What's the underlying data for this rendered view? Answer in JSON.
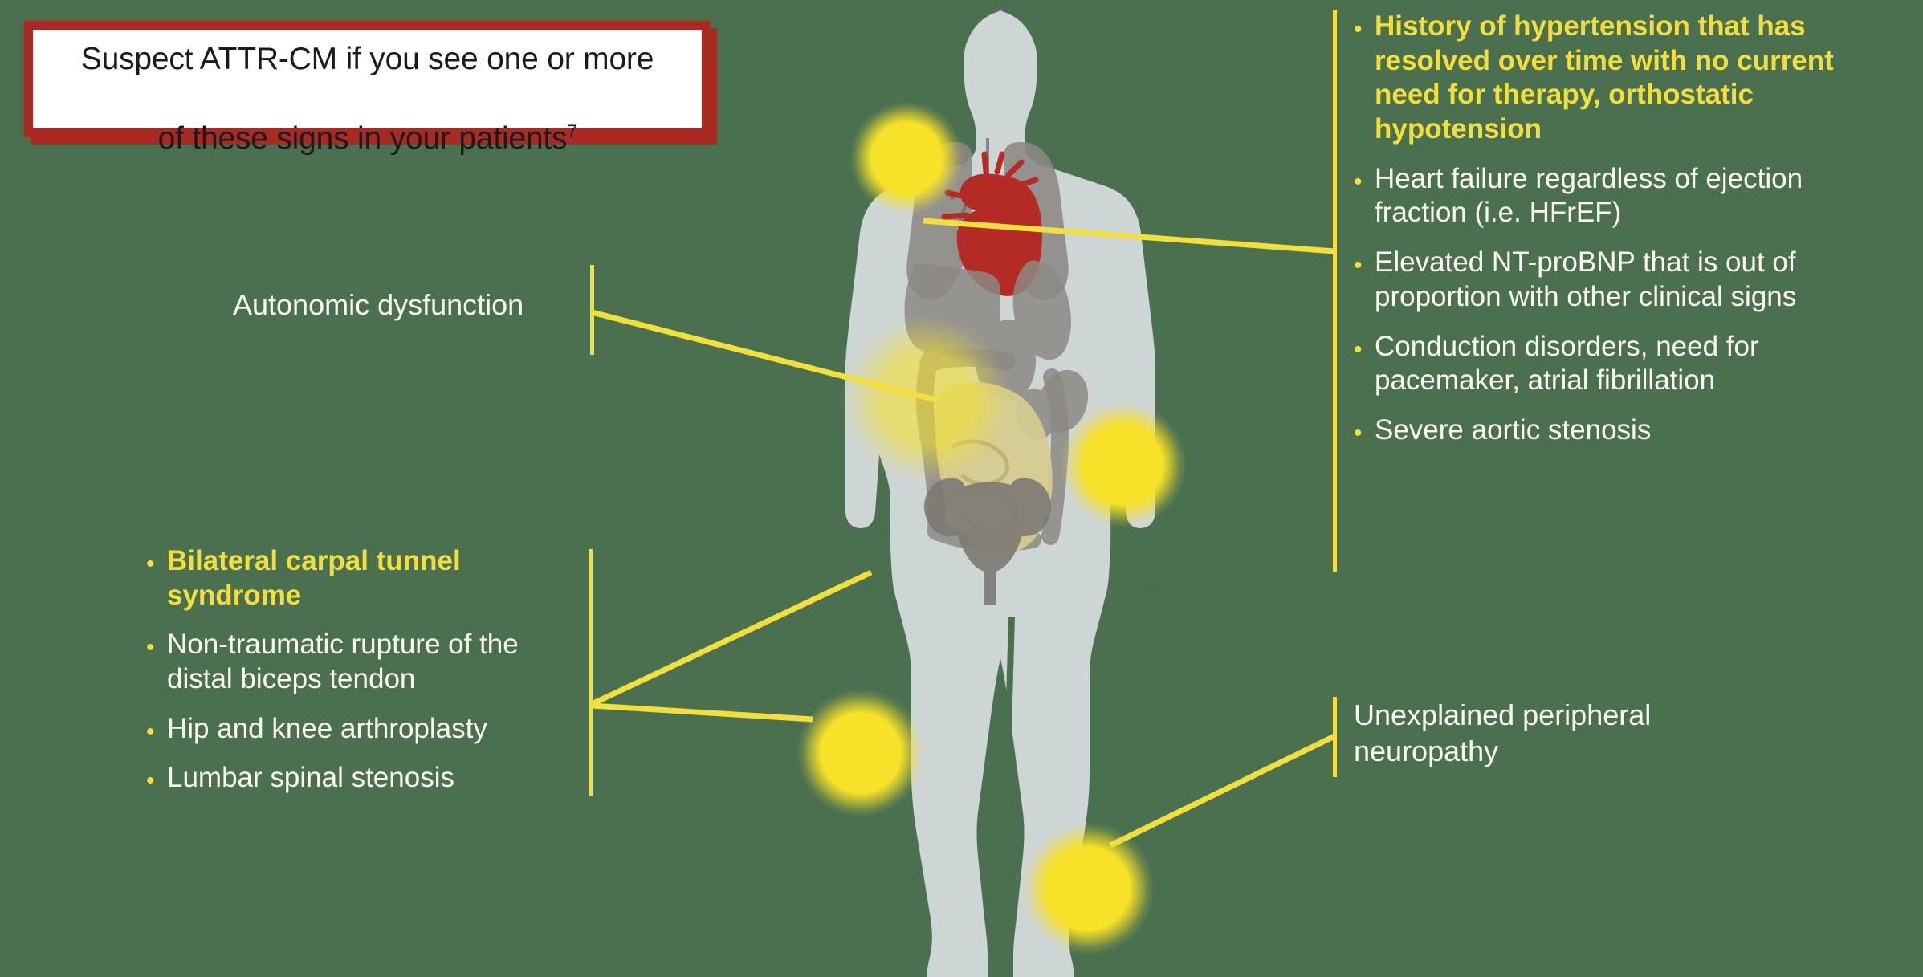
{
  "background_color": "#4a7050",
  "accent_yellow": "#f2df3c",
  "glow_yellow": "#f7e229",
  "callout_border_color": "#a82a23",
  "body_silhouette_color": "#ced5d5",
  "organ_color": "#8c8984",
  "heart_color": "#b42a24",
  "intestine_color": "#d6cc8e",
  "title_card": {
    "line1": "Suspect ATTR-CM if you see one or more",
    "line2": "of these signs in your patients",
    "superscript": "7"
  },
  "right_list": {
    "items": [
      {
        "text": "History of hypertension that has resolved over time with no current need for therapy, orthostatic hypotension",
        "emphasis": true
      },
      {
        "text": "Heart failure regardless of ejection fraction (i.e. HFrEF)",
        "emphasis": false
      },
      {
        "text": "Elevated NT-proBNP that is out of proportion with other clinical signs",
        "emphasis": false
      },
      {
        "text": "Conduction disorders, need for pacemaker, atrial fibrillation",
        "emphasis": false
      },
      {
        "text": "Severe aortic stenosis",
        "emphasis": false
      }
    ],
    "bullet_glyph": "•"
  },
  "left_list": {
    "items": [
      {
        "text": "Bilateral carpal tunnel syndrome",
        "emphasis": true
      },
      {
        "text": "Non-traumatic rupture of the distal biceps tendon",
        "emphasis": false
      },
      {
        "text": "Hip and knee arthroplasty",
        "emphasis": false
      },
      {
        "text": "Lumbar spinal stenosis",
        "emphasis": false
      }
    ],
    "bullet_glyph": "•"
  },
  "autonomic_label": "Autonomic dysfunction",
  "neuropathy_label": "Unexplained peripheral\nneuropathy",
  "hotspots": [
    {
      "name": "heart-hotspot",
      "label": "heart"
    },
    {
      "name": "abdomen-hotspot",
      "label": "abdomen / intestines"
    },
    {
      "name": "right-hand-hotspot",
      "label": "right hand / wrist"
    },
    {
      "name": "left-knee-hotspot",
      "label": "left knee"
    },
    {
      "name": "right-foot-hotspot",
      "label": "right foot"
    }
  ]
}
